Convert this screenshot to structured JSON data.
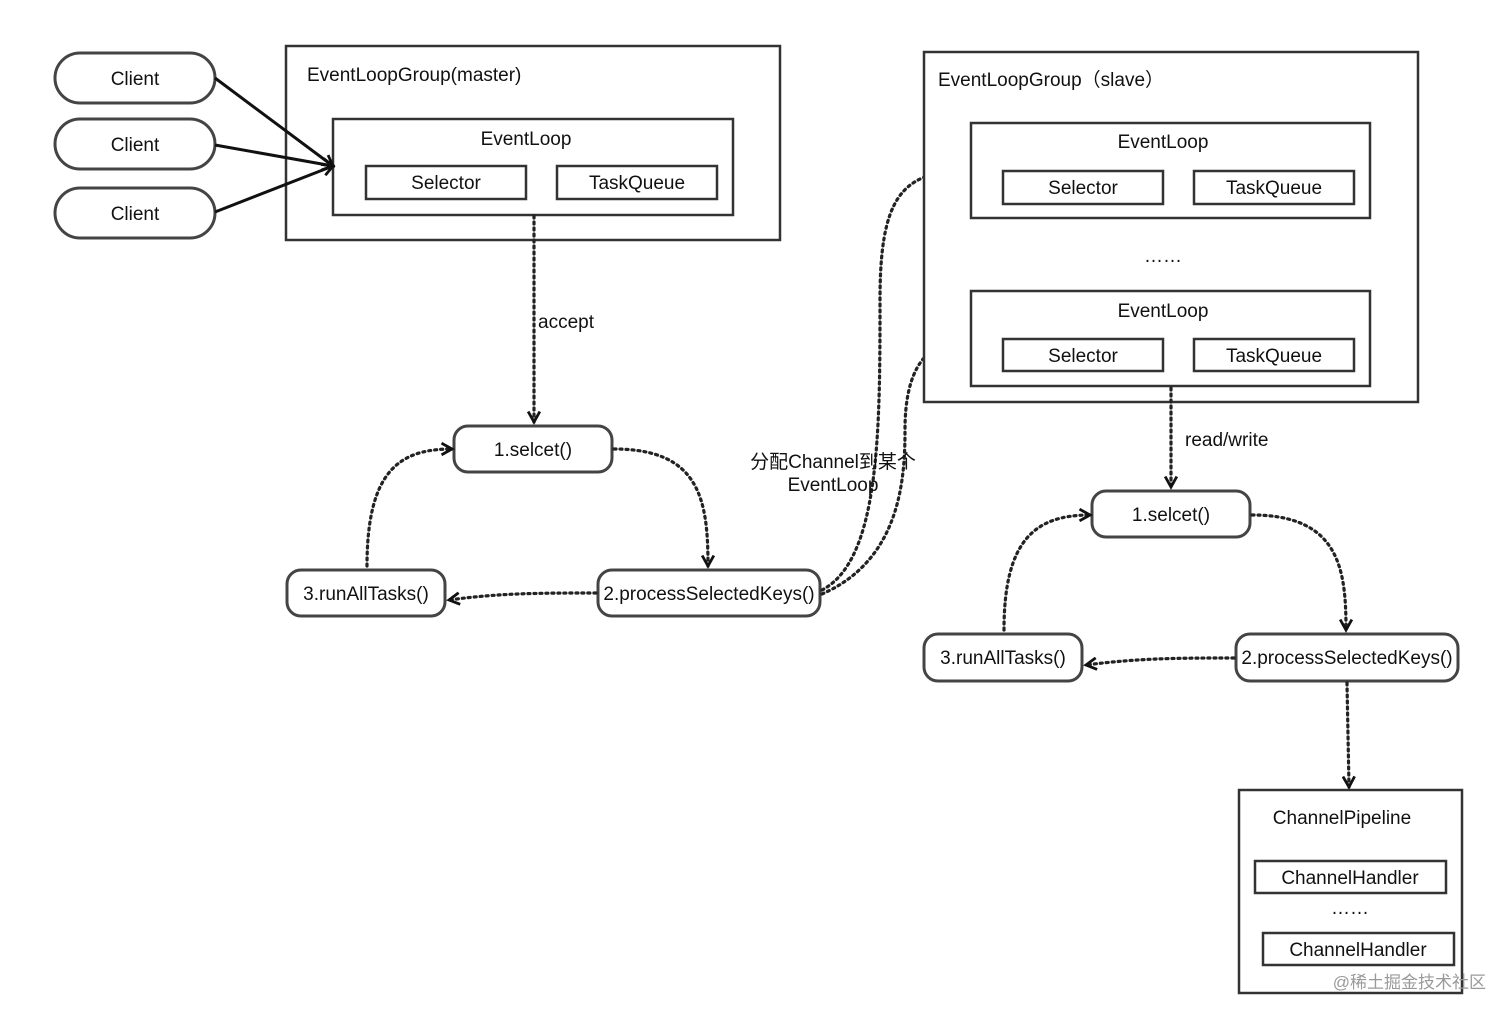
{
  "clients": [
    "Client",
    "Client",
    "Client"
  ],
  "master": {
    "title": "EventLoopGroup(master)",
    "eventloop": "EventLoop",
    "selector": "Selector",
    "taskqueue": "TaskQueue"
  },
  "slave": {
    "title": "EventLoopGroup（slave）",
    "eventloop1": "EventLoop",
    "selector1": "Selector",
    "taskqueue1": "TaskQueue",
    "ellipsis": "……",
    "eventloop2": "EventLoop",
    "selector2": "Selector",
    "taskqueue2": "TaskQueue"
  },
  "labels": {
    "accept": "accept",
    "assign_line1": "分配Channel到某个",
    "assign_line2": "EventLoop",
    "readwrite": "read/write"
  },
  "master_cycle": {
    "select": "1.selcet()",
    "process": "2.processSelectedKeys()",
    "run": "3.runAllTasks()"
  },
  "slave_cycle": {
    "select": "1.selcet()",
    "process": "2.processSelectedKeys()",
    "run": "3.runAllTasks()"
  },
  "pipeline": {
    "title": "ChannelPipeline",
    "handler1": "ChannelHandler",
    "ellipsis": "……",
    "handler2": "ChannelHandler"
  },
  "watermark": "@稀土掘金技术社区"
}
